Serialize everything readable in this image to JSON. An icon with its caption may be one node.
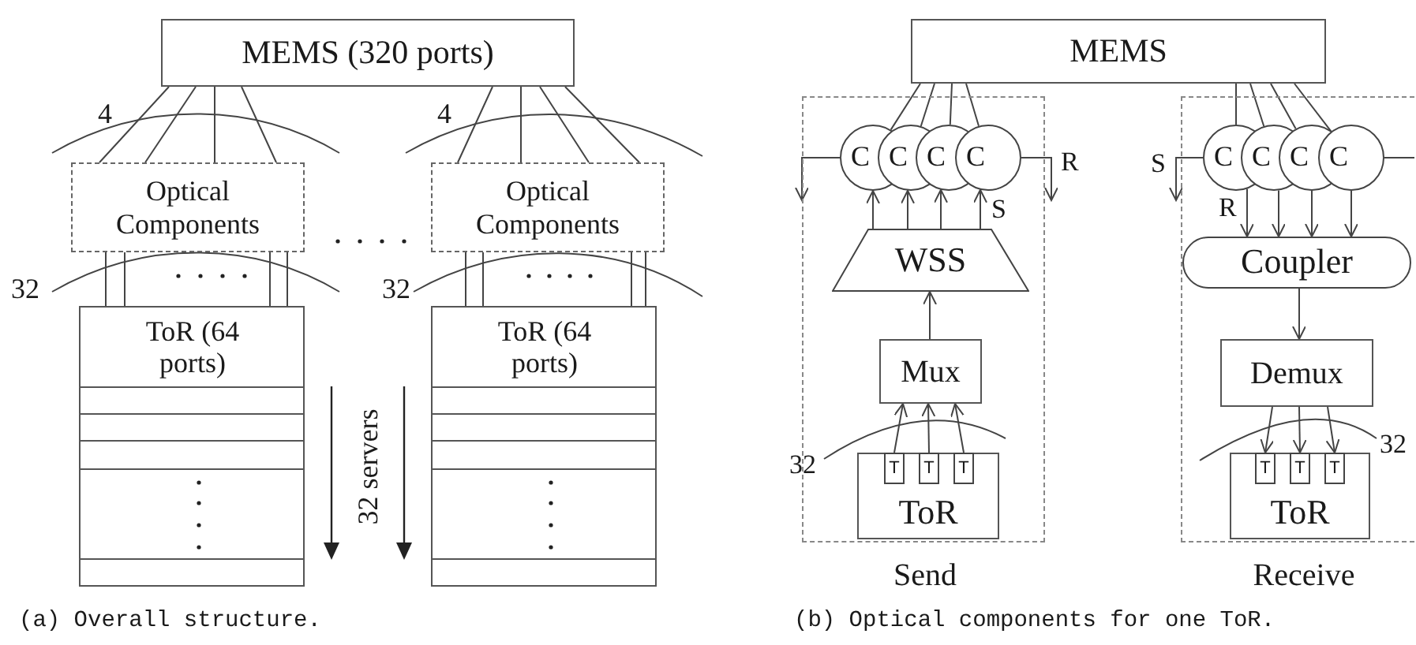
{
  "diagram": {
    "nodes": [
      {
        "text": [
          "MEMS (320 ports)"
        ]
      },
      {
        "text": [
          "Optical Components"
        ]
      },
      {
        "text": [
          "Optical Components"
        ]
      },
      {
        "text": [
          "ToR (64 ports)"
        ]
      },
      {
        "text": [
          "ToR (64 ports)"
        ]
      },
      {
        "text": [
          "MEMS"
        ]
      },
      {
        "text": [
          "Send"
        ]
      },
      {
        "text": [
          "C"
        ],
        "in": 6
      },
      {
        "text": [
          "C"
        ],
        "in": 6
      },
      {
        "text": [
          "C"
        ],
        "in": 6
      },
      {
        "text": [
          "C"
        ],
        "in": 6
      },
      {
        "text": [
          "WSS"
        ],
        "in": 6
      },
      {
        "text": [
          "Mux"
        ],
        "in": 6
      },
      {
        "text": [
          "ToR"
        ],
        "in": 6
      },
      {
        "text": [
          "T"
        ],
        "in": 13
      },
      {
        "text": [
          "T"
        ],
        "in": 13
      },
      {
        "text": [
          "T"
        ],
        "in": 13
      },
      {
        "text": [
          "Receive"
        ]
      },
      {
        "text": [
          "C"
        ],
        "in": 17
      },
      {
        "text": [
          "C"
        ],
        "in": 17
      },
      {
        "text": [
          "C"
        ],
        "in": 17
      },
      {
        "text": [
          "C"
        ],
        "in": 17
      },
      {
        "text": [
          "Coupler"
        ],
        "in": 17
      },
      {
        "text": [
          "Demux"
        ],
        "in": 17
      },
      {
        "text": [
          "ToR"
        ],
        "in": 17
      },
      {
        "text": [
          "T"
        ],
        "in": 24
      },
      {
        "text": [
          "T"
        ],
        "in": 24
      },
      {
        "text": [
          "T"
        ],
        "in": 24
      }
    ],
    "edges": [
      {
        "from": 0,
        "to": 1,
        "arrow": "none"
      },
      {
        "from": 0,
        "to": 1,
        "arrow": "none"
      },
      {
        "from": 0,
        "to": 1,
        "arrow": "none"
      },
      {
        "from": 0,
        "to": 1,
        "arrow": "none"
      },
      {
        "from": 0,
        "to": 2,
        "arrow": "none"
      },
      {
        "from": 0,
        "to": 2,
        "arrow": "none"
      },
      {
        "from": 0,
        "to": 2,
        "arrow": "none"
      },
      {
        "from": 0,
        "to": 2,
        "arrow": "none"
      },
      {
        "from": 1,
        "to": 3,
        "arrow": "none"
      },
      {
        "from": 1,
        "to": 3,
        "arrow": "none"
      },
      {
        "from": 1,
        "to": 3,
        "arrow": "none"
      },
      {
        "from": 1,
        "to": 3,
        "arrow": "none"
      },
      {
        "from": 2,
        "to": 4,
        "arrow": "none"
      },
      {
        "from": 2,
        "to": 4,
        "arrow": "none"
      },
      {
        "from": 2,
        "to": 4,
        "arrow": "none"
      },
      {
        "from": 2,
        "to": 4,
        "arrow": "none"
      },
      {
        "from": 5,
        "to": 7,
        "arrow": "none"
      },
      {
        "from": 5,
        "to": 8,
        "arrow": "none"
      },
      {
        "from": 5,
        "to": 9,
        "arrow": "none"
      },
      {
        "from": 5,
        "to": 10,
        "arrow": "none"
      },
      {
        "from": 5,
        "to": 18,
        "arrow": "none"
      },
      {
        "from": 5,
        "to": 19,
        "arrow": "none"
      },
      {
        "from": 5,
        "to": 20,
        "arrow": "none"
      },
      {
        "from": 5,
        "to": 21,
        "arrow": "none"
      },
      {
        "from": 11,
        "to": 7,
        "arrow": "to"
      },
      {
        "from": 11,
        "to": 8,
        "arrow": "to"
      },
      {
        "from": 11,
        "to": 9,
        "arrow": "to"
      },
      {
        "from": 11,
        "to": 10,
        "arrow": "to"
      },
      {
        "from": 7,
        "to": null,
        "arrow": "to"
      },
      {
        "from": 10,
        "to": null,
        "arrow": "to"
      },
      {
        "from": 18,
        "to": null,
        "arrow": "to"
      },
      {
        "from": 21,
        "to": null,
        "arrow": "none"
      },
      {
        "from": 18,
        "to": 22,
        "arrow": "to"
      },
      {
        "from": 19,
        "to": 22,
        "arrow": "to"
      },
      {
        "from": 20,
        "to": 22,
        "arrow": "to"
      },
      {
        "from": 21,
        "to": 22,
        "arrow": "to"
      },
      {
        "from": 12,
        "to": 11,
        "arrow": "to"
      },
      {
        "from": 22,
        "to": 23,
        "arrow": "to"
      },
      {
        "from": 14,
        "to": 12,
        "arrow": "to"
      },
      {
        "from": 15,
        "to": 12,
        "arrow": "to"
      },
      {
        "from": 16,
        "to": 12,
        "arrow": "to"
      },
      {
        "from": 23,
        "to": 25,
        "arrow": "to"
      },
      {
        "from": 23,
        "to": 26,
        "arrow": "to"
      },
      {
        "from": 23,
        "to": 27,
        "arrow": "to"
      }
    ],
    "labels": [
      "4",
      "4",
      "32",
      "32",
      "32 servers",
      "R",
      "S",
      "S",
      "R",
      "32",
      "32",
      "(a) Overall structure.",
      "(b) Optical components for one ToR."
    ]
  }
}
